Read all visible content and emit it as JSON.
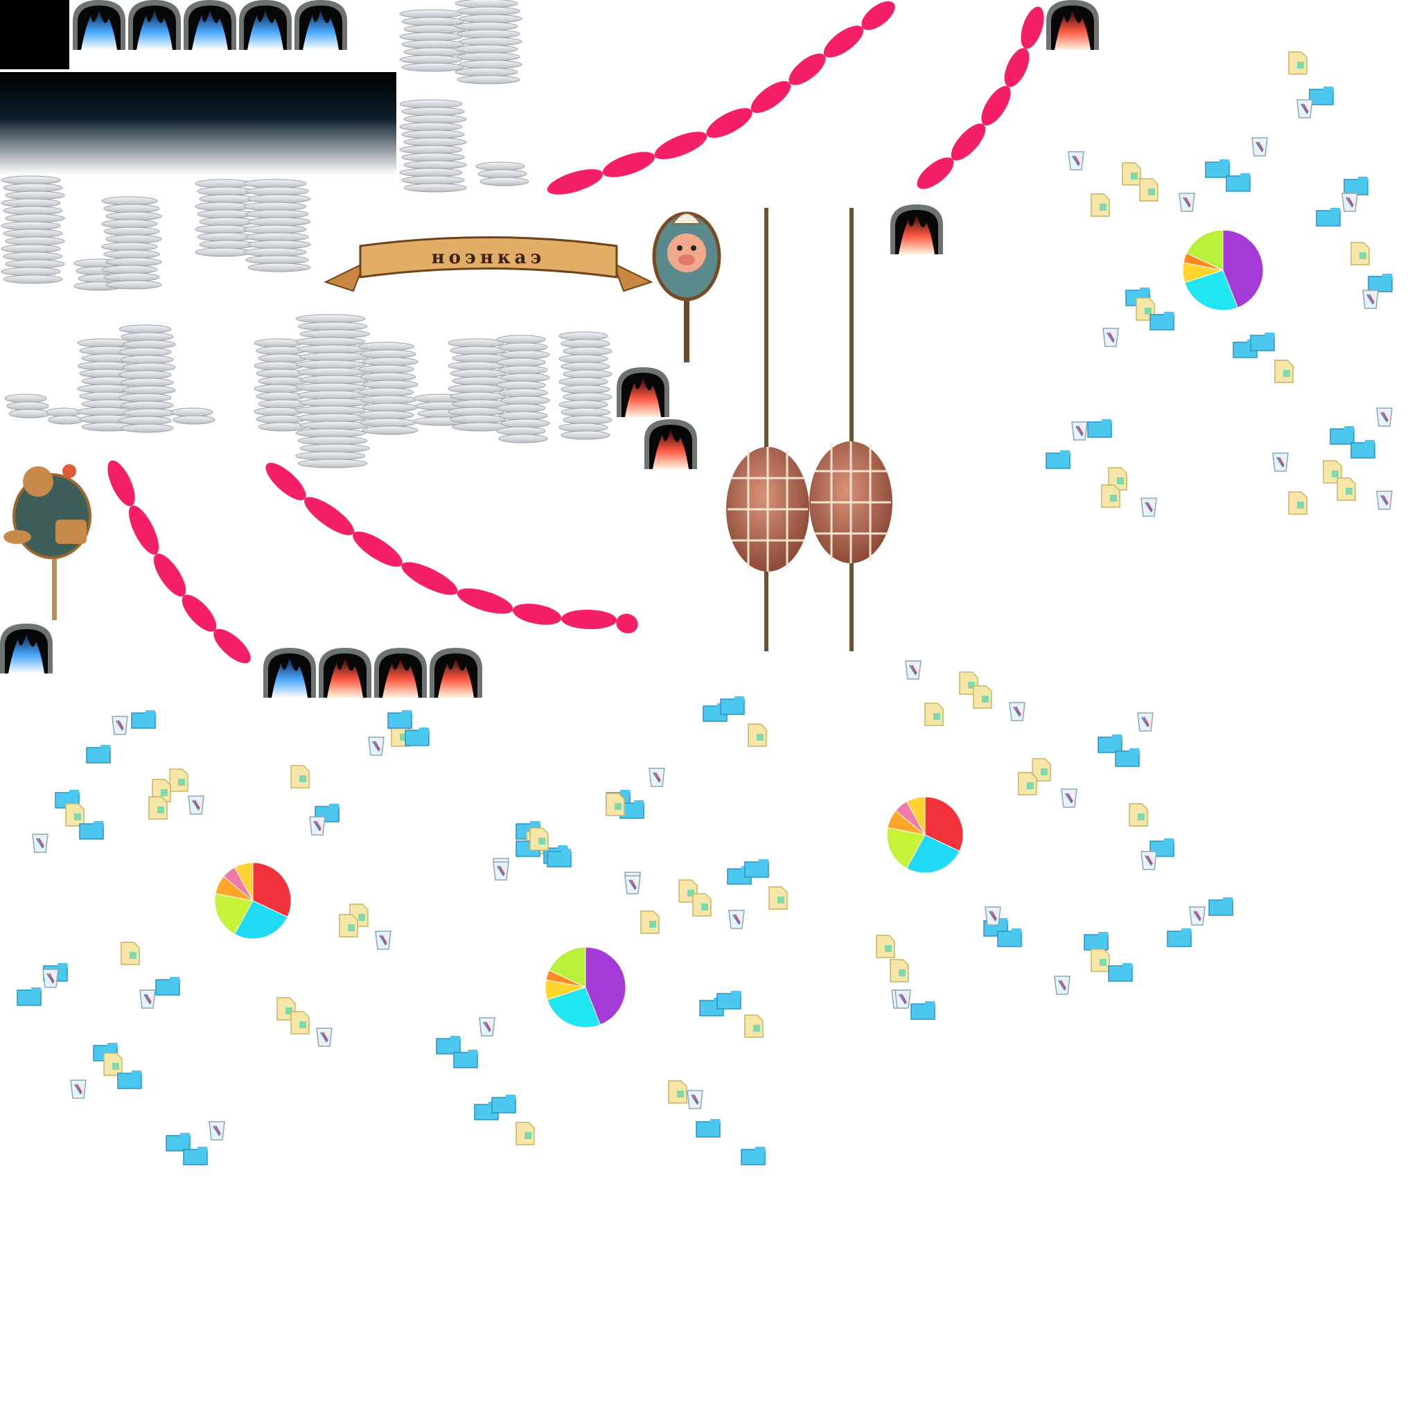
{
  "atlas": {
    "background": "#ffffff",
    "fire_frames": [
      {
        "flame": "blue"
      },
      {
        "flame": "blue"
      },
      {
        "flame": "blue"
      },
      {
        "flame": "blue"
      },
      {
        "flame": "blue"
      },
      {
        "flame": "red"
      },
      {
        "flame": "red"
      },
      {
        "flame": "red"
      },
      {
        "flame": "red"
      },
      {
        "flame": "blue"
      },
      {
        "flame": "blue"
      },
      {
        "flame": "red"
      },
      {
        "flame": "red"
      },
      {
        "flame": "red"
      }
    ],
    "banner": {
      "text": "ноэнкаэ",
      "color": "#d9a05a"
    },
    "sausage_color": "#f51f68",
    "meat_roll_color": "#b86a52",
    "flame_colors": {
      "blue": "#4aa8ff",
      "red": "#ff4a3a"
    },
    "icons": [
      "document-icon",
      "folder-icon",
      "trash-icon",
      "pie-chart-icon"
    ],
    "pie_palettes": {
      "purple_set": [
        "#a53ad8",
        "#21e5f0",
        "#ffd52e",
        "#ff8a1f",
        "#b8f03a"
      ],
      "red_set": [
        "#f2323a",
        "#20d9f5",
        "#c6f237",
        "#ffa52a",
        "#f07aa8",
        "#ffd233"
      ]
    }
  }
}
